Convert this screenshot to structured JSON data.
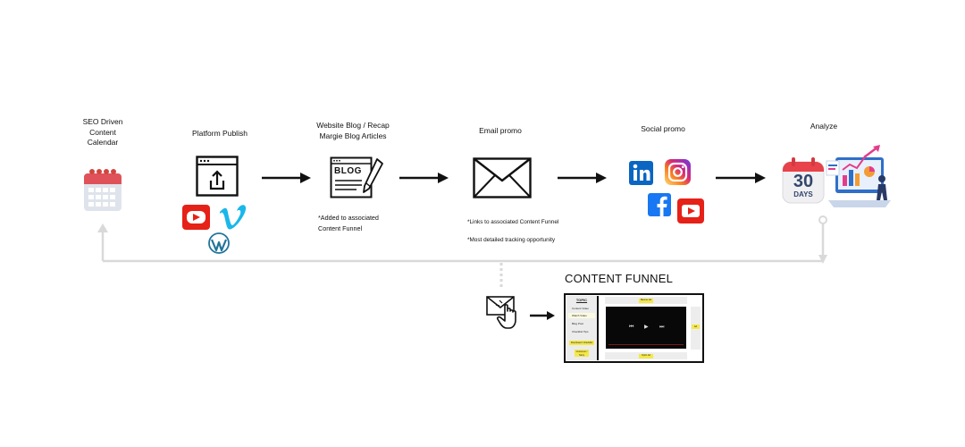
{
  "steps": [
    {
      "label_lines": [
        "SEO Driven",
        "Content",
        "Calendar"
      ],
      "icon": "calendar-icon"
    },
    {
      "label_lines": [
        "Platform Publish"
      ],
      "icon": "upload-window-icon",
      "platforms": [
        "youtube-icon",
        "vimeo-icon",
        "wordpress-icon"
      ]
    },
    {
      "label_lines": [
        "Website Blog / Recap",
        "Margie Blog Articles"
      ],
      "icon": "blog-icon",
      "icon_text": "BLOG",
      "note_lines": [
        "*Added to associated",
        "Content Funnel"
      ]
    },
    {
      "label_lines": [
        "Email promo"
      ],
      "icon": "envelope-icon",
      "note_lines": [
        "*Links to associated Content Funnel",
        "*Most detailed tracking opportunity"
      ]
    },
    {
      "label_lines": [
        "Social promo"
      ],
      "icons": [
        "linkedin-icon",
        "instagram-icon",
        "facebook-icon",
        "youtube-icon"
      ]
    },
    {
      "label_lines": [
        "Analyze"
      ],
      "icon": "analytics-icon",
      "calendar_number": "30",
      "calendar_text": "DAYS"
    }
  ],
  "funnel": {
    "title": "CONTENT FUNNEL",
    "entry_icon": "email-click-icon",
    "mockup": {
      "topic_heading": "TOPIC",
      "side_items": [
        "Content Video",
        "Watch Video",
        "Blog Post",
        "Checklist Tips"
      ],
      "side_button_1": "Download / Checklist",
      "side_button_2": "Customer / Story",
      "top_banner": "Banner Ad",
      "right_box": "Ad",
      "bottom_banner": "Optin Ad"
    }
  },
  "colors": {
    "arrow": "#111111",
    "loop_line": "#d9d9d9",
    "youtube": "#e62117",
    "vimeo": "#1ab7ea",
    "wordpress": "#21759b",
    "linkedin": "#0a66c2",
    "facebook": "#1877f2",
    "highlight": "#f4e84a"
  }
}
